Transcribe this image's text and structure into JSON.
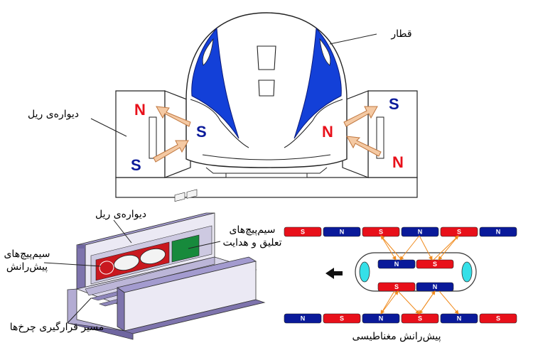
{
  "labels": {
    "train": "قطار",
    "rail_wall_top": "دیواره‌ی ریل",
    "rail_wall_bottom": "دیواره‌ی ریل",
    "levitation_coils": "سیم‌پیچ‌های\nتعلیق و هدایت",
    "propulsion_coils": "سیم‌پیچ‌های\nپیش‌رانش",
    "wheel_track": "مسیر قرارگیری چرخ‌ها",
    "magnetic_propulsion": "پیش‌رانش مغناطیسی"
  },
  "poles": {
    "left_wall_top": "N",
    "left_wall_bottom": "S",
    "train_left": "S",
    "train_right": "N",
    "right_wall_top": "S",
    "right_wall_bottom": "N"
  },
  "magnet_rows": {
    "top_track": [
      "S",
      "N",
      "S",
      "N",
      "S",
      "N"
    ],
    "vehicle_top": [
      "N",
      "S"
    ],
    "vehicle_bottom": [
      "S",
      "N"
    ],
    "bottom_track": [
      "N",
      "S",
      "N",
      "S",
      "N",
      "S"
    ]
  },
  "colors": {
    "red_pole": "#e8101a",
    "blue_pole": "#0a1a9a",
    "train_blue": "#1340d8",
    "arrow_fill": "#f4c9a3",
    "arrow_stroke": "#c0773f",
    "wall_purple": "#7e74ad",
    "wall_light": "#d9d6ea",
    "vehicle_cyan": "#35e0e8",
    "field_orange": "#f08a1c"
  },
  "icons": {
    "direction_arrow": "left-arrow-icon",
    "field_arrows": "orange-arrow-icon"
  }
}
